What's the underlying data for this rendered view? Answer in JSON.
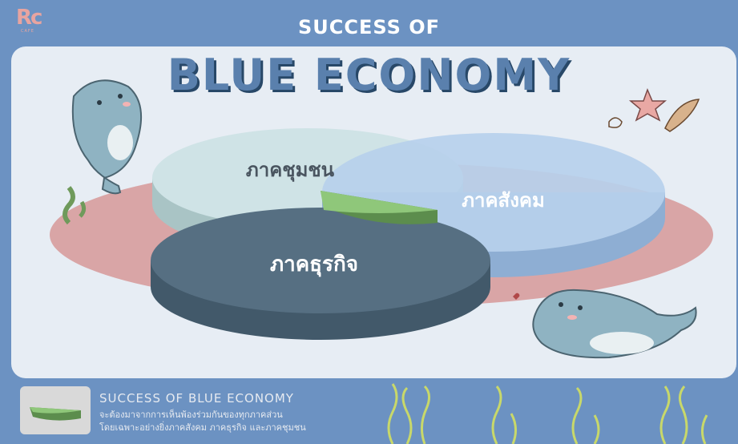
{
  "brand": {
    "mark": "Rc",
    "subtitle": "CAFE"
  },
  "header": {
    "line1": "SUCCESS OF",
    "line2": "BLUE ECONOMY"
  },
  "diagram": {
    "sectors": [
      {
        "label": "ภาคชุมชน",
        "color": "#cfe3e6"
      },
      {
        "label": "ภาคสังคม",
        "color": "#b7d0ec"
      },
      {
        "label": "ภาคธุรกิจ",
        "color": "#566f82"
      }
    ],
    "base_color": "#d9a5a6",
    "overlap_color": "#8fc77a"
  },
  "footer": {
    "title": "SUCCESS OF BLUE ECONOMY",
    "line1": "จะต้องมาจากการเห็นพ้องร่วมกันของทุกภาคส่วน",
    "line2": "โดยเฉพาะอย่างยิ่งภาคสังคม ภาคธุรกิจ และภาคชุมชน"
  },
  "colors": {
    "background": "#6c92c2",
    "panel": "#e7edf4",
    "title": "#5a80ad"
  }
}
